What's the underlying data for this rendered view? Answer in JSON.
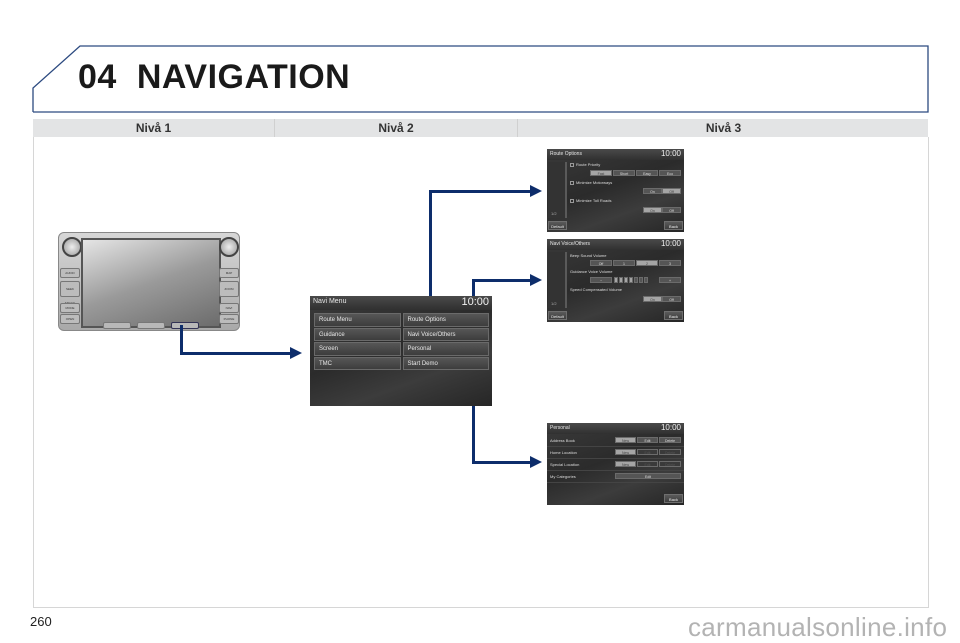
{
  "header": {
    "chapter_number": "04",
    "chapter_title": "NAVIGATION"
  },
  "levels": [
    {
      "label": "Nivå 1"
    },
    {
      "label": "Nivå 2"
    },
    {
      "label": "Nivå 3"
    }
  ],
  "head_unit": {
    "left_buttons": [
      "PWR/VOL",
      "AUDIO",
      "SEEK TRACK",
      "MODE",
      "OPEN"
    ],
    "right_buttons": [
      "TUNE FOLDER",
      "MAP",
      "ZOOM",
      "NAVI",
      "PHONE"
    ]
  },
  "navi_menu": {
    "title": "Navi Menu",
    "clock": "10:00",
    "items": [
      {
        "label": "Route Menu"
      },
      {
        "label": "Route Options"
      },
      {
        "label": "Guidance"
      },
      {
        "label": "Navi Voice/Others"
      },
      {
        "label": "Screen"
      },
      {
        "label": "Personal"
      },
      {
        "label": "TMC"
      },
      {
        "label": "Start Demo"
      }
    ]
  },
  "route_options": {
    "title": "Route Options",
    "clock": "10:00",
    "route_priority_label": "Route Priority",
    "route_priority_options": [
      "Fast",
      "Short",
      "Easy",
      "Eco"
    ],
    "minimize_motorways_label": "Minimize Motorways",
    "minimize_toll_label": "Minimize Toll Roads",
    "on_label": "On",
    "off_label": "Off",
    "page_indicator": "1/2",
    "default_label": "Default",
    "back_label": "Back"
  },
  "navi_voice": {
    "title": "Navi Voice/Others",
    "clock": "10:00",
    "beep_label": "Beep Sound Volume",
    "beep_options": [
      "Off",
      "1",
      "2",
      "3"
    ],
    "guidance_label": "Guidance Voice Volume",
    "minus": "−",
    "plus": "+",
    "speed_label": "Speed Compensated Volume",
    "on_label": "On",
    "off_label": "Off",
    "page_indicator": "1/2",
    "default_label": "Default",
    "back_label": "Back"
  },
  "personal": {
    "title": "Personal",
    "clock": "10:00",
    "rows": [
      {
        "label": "Address Book",
        "new": "New",
        "edit": "Edit",
        "delete": "Delete"
      },
      {
        "label": "Home Location",
        "new": "New",
        "edit": "Edit",
        "delete": "Delete"
      },
      {
        "label": "Special Location",
        "new": "New",
        "edit": "Edit",
        "delete": "Delete"
      },
      {
        "label": "My Categories",
        "edit": "Edit"
      }
    ],
    "back_label": "Back"
  },
  "footer": {
    "page_number": "260",
    "watermark": "carmanualsonline.info"
  },
  "colors": {
    "accent": "#0d2d6b",
    "level_header_bg": "#e3e4e5",
    "screen_bg": "#2e2e2e"
  }
}
